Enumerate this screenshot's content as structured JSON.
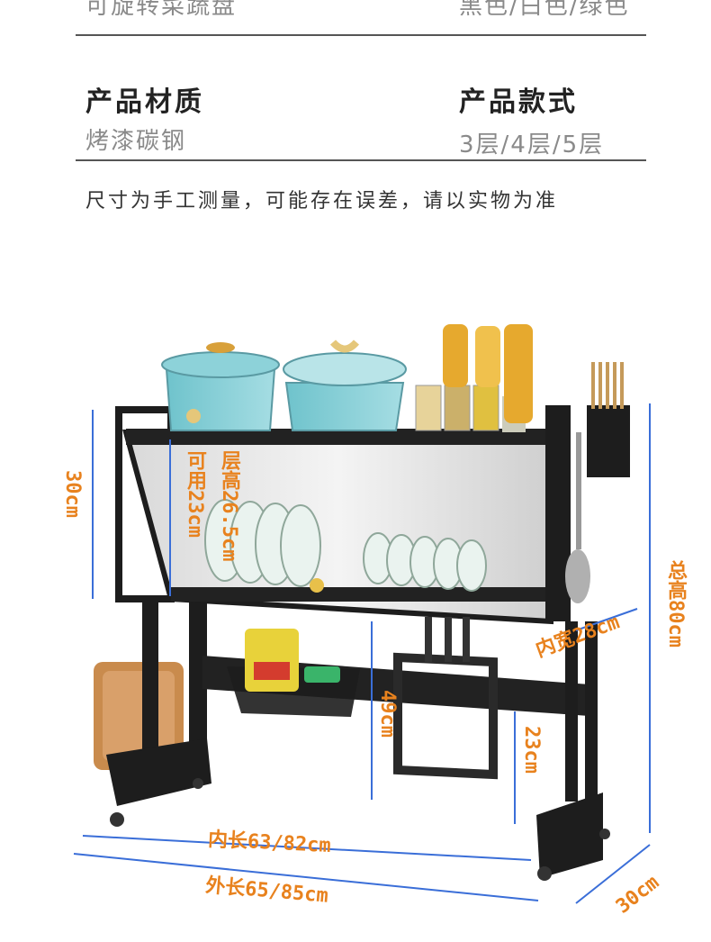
{
  "specs": {
    "top_left_value": "可旋转菜蔬盘",
    "top_right_value": "黑色/白色/绿色",
    "material_title": "产品材质",
    "material_value": "烤漆碳钢",
    "style_title": "产品款式",
    "style_value": "3层/4层/5层"
  },
  "note": "尺寸为手工测量，可能存在误差，请以实物为准",
  "dimensions": {
    "left_height": "30cm",
    "layer_height": "层高26.5cm",
    "usable_height": "可用23cm",
    "total_height": "总高80cm",
    "inner_width": "内宽28cm",
    "clear_height": "49cm",
    "base_height": "23cm",
    "inner_length": "内长63/82cm",
    "outer_length": "外长65/85cm",
    "depth": "30cm"
  },
  "colors": {
    "dimension_text": "#e8821e",
    "dimension_line": "#3a6ed8",
    "rack": "#1d1d1d"
  }
}
